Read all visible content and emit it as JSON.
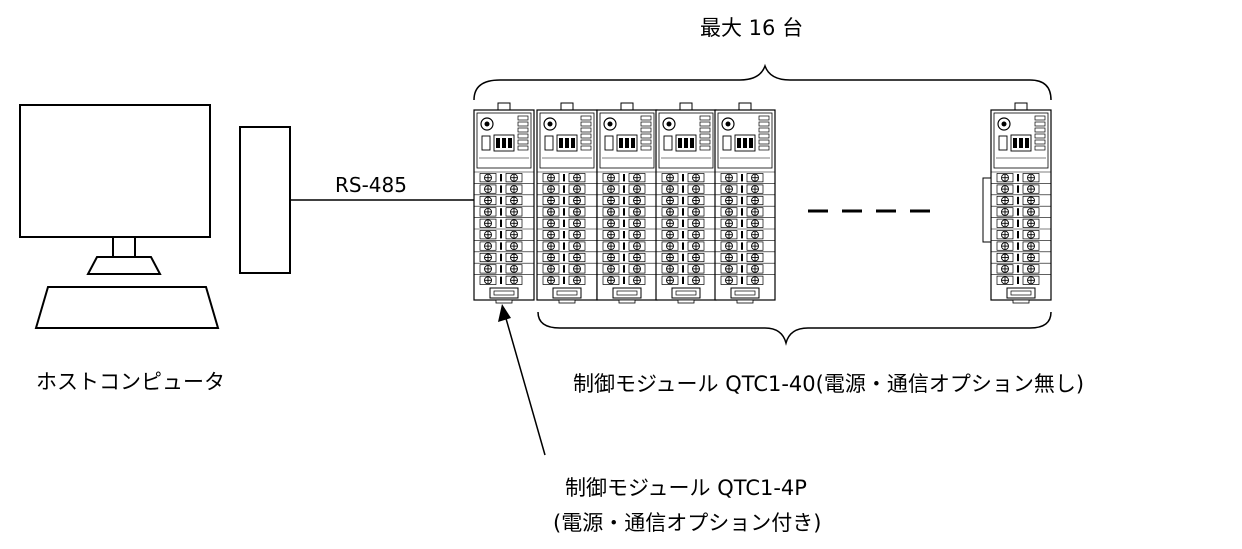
{
  "labels": {
    "max_units": "最大 16 台",
    "protocol": "RS-485",
    "host": "ホストコンピュータ",
    "module_40": "制御モジュール  QTC1-40(電源・通信オプション無し)",
    "module_4p_line1": "制御モジュール  QTC1-4P",
    "module_4p_line2": "(電源・通信オプション付き)"
  },
  "modules": [
    {
      "id": "module-qtc1-4p",
      "type": "QTC1-4P"
    },
    {
      "id": "module-qtc1-40-1",
      "type": "QTC1-40"
    },
    {
      "id": "module-qtc1-40-2",
      "type": "QTC1-40"
    },
    {
      "id": "module-qtc1-40-3",
      "type": "QTC1-40"
    },
    {
      "id": "module-qtc1-40-4",
      "type": "QTC1-40"
    },
    {
      "id": "module-qtc1-40-last",
      "type": "QTC1-40"
    }
  ]
}
